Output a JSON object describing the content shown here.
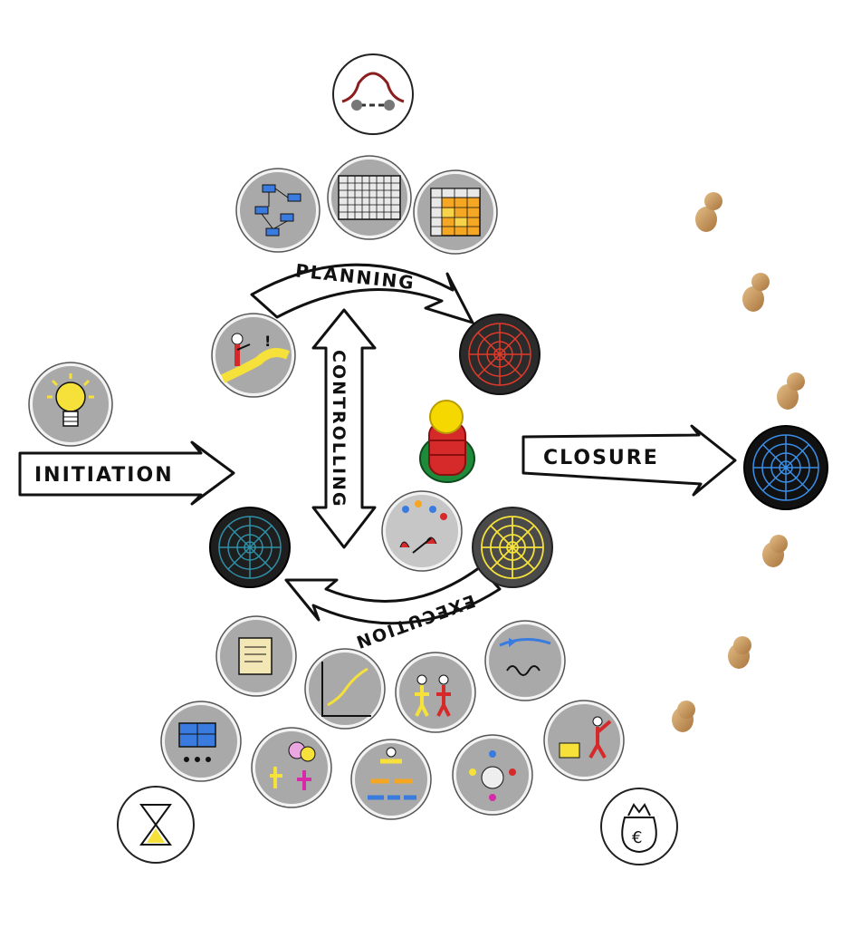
{
  "phases": {
    "initiation": "INITIATION",
    "planning": "PLANNING",
    "controlling": "CONTROLLING",
    "execution": "EXECUTION",
    "closure": "CLOSURE"
  },
  "corner_symbols": {
    "bottom_right": "€"
  },
  "colors": {
    "token_gray": "#a9a9a9",
    "token_rim": "#f2f2f2",
    "ink": "#111111",
    "web_red": "#e03a2a",
    "web_blue": "#3a8ee8",
    "web_teal": "#2f8fa6",
    "web_yellow": "#f5e13a",
    "pawn_wood": "#c99a62",
    "peg_red": "#d62a2a",
    "peg_yellow": "#f5d800",
    "peg_green": "#1f8a3a"
  },
  "icons": [
    "car-icon",
    "flowchart-icon",
    "gantt-grid-icon",
    "checklist-matrix-icon",
    "risk-web-red-icon",
    "path-person-icon",
    "lightbulb-icon",
    "game-peg-icon",
    "closure-web-blue-icon",
    "web-teal-icon",
    "team-icon",
    "web-yellow-icon",
    "scroll-icon",
    "growth-chart-icon",
    "people-exchange-icon",
    "chaos-arrow-icon",
    "presentation-icon",
    "dialogue-icon",
    "group-icon",
    "meeting-icon",
    "escalation-icon",
    "hourglass-icon",
    "money-bag-icon",
    "wooden-pawn-icon"
  ]
}
